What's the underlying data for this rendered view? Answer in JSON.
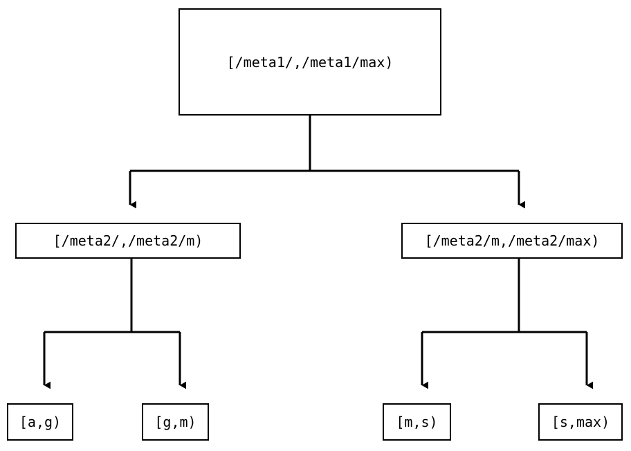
{
  "diagram": {
    "type": "tree",
    "orientation": "top-down",
    "stroke_color": "#000000",
    "background_color": "#ffffff",
    "node_fill": "#ffffff",
    "edge_style": "orthogonal-elbow",
    "arrowhead": "solid-triangle-down",
    "levels": 3,
    "nodes": {
      "root": {
        "id": "root",
        "label": "[/meta1/,/meta1/max)"
      },
      "level2": [
        {
          "id": "l2-left",
          "label": "[/meta2/,/meta2/m)"
        },
        {
          "id": "l2-right",
          "label": "[/meta2/m,/meta2/max)"
        }
      ],
      "leaves": [
        {
          "id": "leaf-ag",
          "label": "[a,g)"
        },
        {
          "id": "leaf-gm",
          "label": "[g,m)"
        },
        {
          "id": "leaf-ms",
          "label": "[m,s)"
        },
        {
          "id": "leaf-smax",
          "label": "[s,max)"
        }
      ]
    },
    "edges": [
      {
        "from": "root",
        "to": "l2-left"
      },
      {
        "from": "root",
        "to": "l2-right"
      },
      {
        "from": "l2-left",
        "to": "leaf-ag"
      },
      {
        "from": "l2-left",
        "to": "leaf-gm"
      },
      {
        "from": "l2-right",
        "to": "leaf-ms"
      },
      {
        "from": "l2-right",
        "to": "leaf-smax"
      }
    ]
  }
}
